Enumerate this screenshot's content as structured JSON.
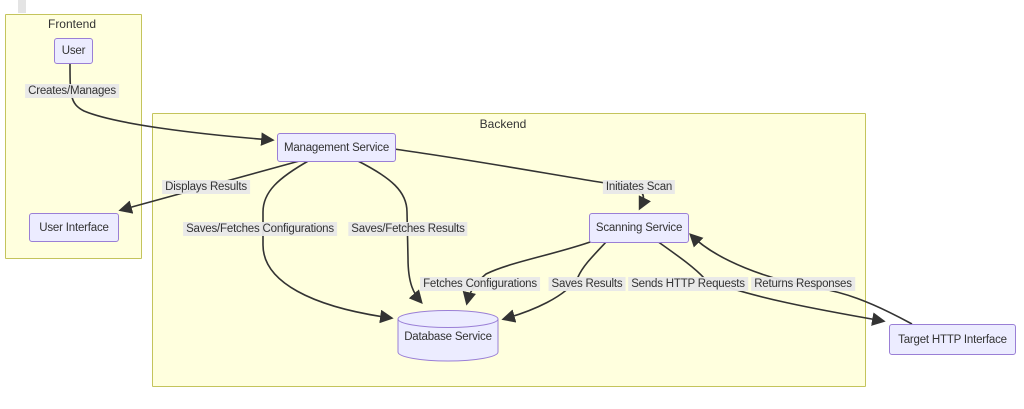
{
  "diagram": {
    "type": "flowchart",
    "clusters": {
      "frontend": {
        "label": "Frontend"
      },
      "backend": {
        "label": "Backend"
      }
    },
    "nodes": {
      "user": {
        "label": "User"
      },
      "user_interface": {
        "label": "User Interface"
      },
      "management_service": {
        "label": "Management Service"
      },
      "scanning_service": {
        "label": "Scanning Service"
      },
      "database_service": {
        "label": "Database Service",
        "shape": "cylinder"
      },
      "target_http_interface": {
        "label": "Target HTTP Interface"
      }
    },
    "edges": [
      {
        "from": "User",
        "to": "Management Service",
        "label": "Creates/Manages"
      },
      {
        "from": "Management Service",
        "to": "User Interface",
        "label": "Displays Results"
      },
      {
        "from": "Management Service",
        "to": "Database Service",
        "label": "Saves/Fetches Configurations"
      },
      {
        "from": "Management Service",
        "to": "Database Service",
        "label": "Saves/Fetches Results"
      },
      {
        "from": "Management Service",
        "to": "Scanning Service",
        "label": "Initiates Scan"
      },
      {
        "from": "Scanning Service",
        "to": "Database Service",
        "label": "Fetches Configurations"
      },
      {
        "from": "Scanning Service",
        "to": "Database Service",
        "label": "Saves Results"
      },
      {
        "from": "Scanning Service",
        "to": "Target HTTP Interface",
        "label": "Sends HTTP Requests"
      },
      {
        "from": "Target HTTP Interface",
        "to": "Scanning Service",
        "label": "Returns Responses"
      }
    ],
    "colors": {
      "node_fill": "#ececff",
      "node_stroke": "#9a7fd6",
      "cluster_fill": "#ffffde",
      "cluster_stroke": "#c4c45c",
      "edge": "#333333",
      "edge_label_bg": "#e8e8e8",
      "text": "#333333"
    }
  }
}
